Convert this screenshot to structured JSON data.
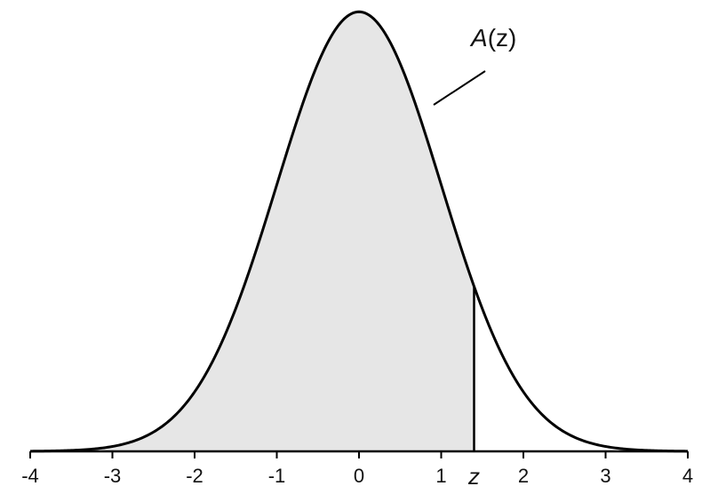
{
  "chart_data": {
    "type": "area",
    "title": "",
    "xlabel": "",
    "ylabel": "",
    "xlim": [
      -4,
      4
    ],
    "ylim": [
      0,
      0.4
    ],
    "function": "standard normal density",
    "series": [
      {
        "x": [
          -4,
          -3.5,
          -3,
          -2.5,
          -2,
          -1.5,
          -1,
          -0.5,
          0,
          0.5,
          1,
          1.5,
          2,
          2.5,
          3,
          3.5,
          4
        ],
        "values": [
          0.0001,
          0.0009,
          0.0044,
          0.0175,
          0.054,
          0.1295,
          0.242,
          0.3521,
          0.3989,
          0.3521,
          0.242,
          0.1295,
          0.054,
          0.0175,
          0.0044,
          0.0009,
          0.0001
        ]
      }
    ],
    "shaded_region": {
      "from": -4,
      "to": 1.4
    },
    "marker": {
      "x": 1.4,
      "label": "z"
    },
    "xticks": [
      -4,
      -3,
      -2,
      -1,
      0,
      1,
      2,
      3,
      4
    ],
    "xtick_labels": [
      "-4",
      "-3",
      "-2",
      "-1",
      "0",
      "1",
      "2",
      "3",
      "4"
    ],
    "annotation": {
      "italic_part": "A",
      "plain_part": "(z)"
    },
    "colors": {
      "fill": "#e6e6e6",
      "curve": "#000000",
      "axis": "#000000"
    },
    "grid": false,
    "legend": "none"
  }
}
